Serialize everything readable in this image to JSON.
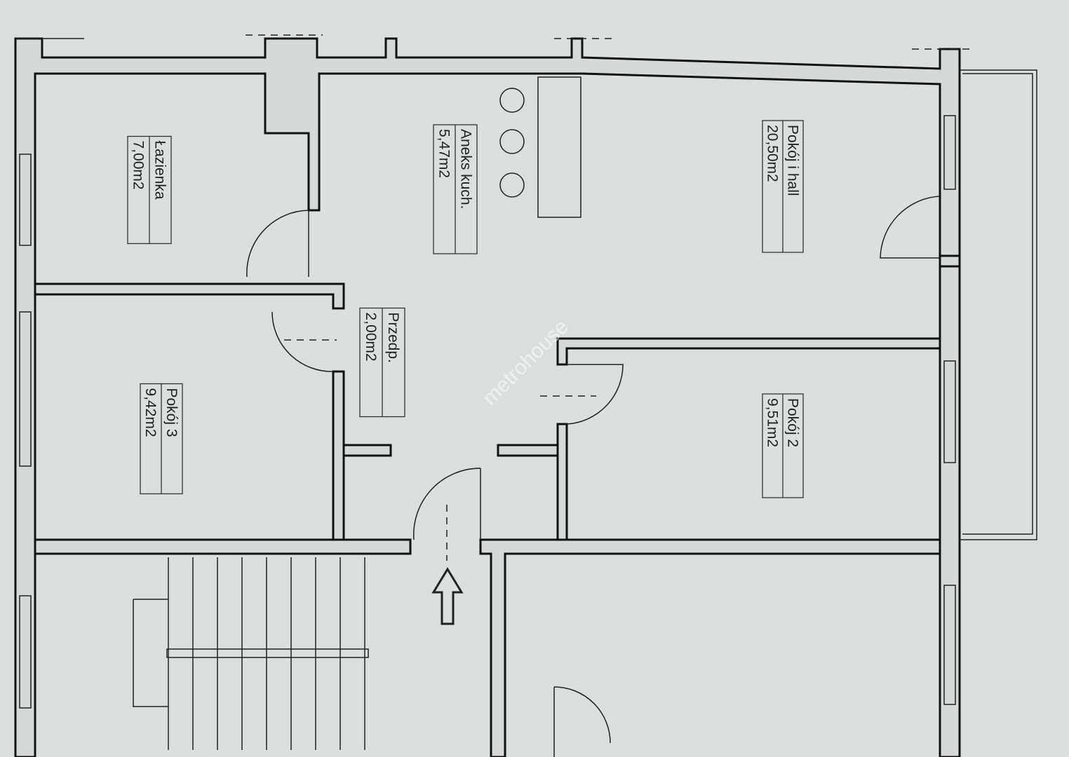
{
  "rooms": [
    {
      "name": "Łazienka",
      "area": "7,00m2"
    },
    {
      "name": "Aneks kuch.",
      "area": "5,47m2"
    },
    {
      "name": "Pokój i hall",
      "area": "20,50m2"
    },
    {
      "name": "Przedp.",
      "area": "2,00m2"
    },
    {
      "name": "Pokój 3",
      "area": "9,42m2"
    },
    {
      "name": "Pokój 2",
      "area": "9,51m2"
    }
  ],
  "watermark": "metrohouse"
}
